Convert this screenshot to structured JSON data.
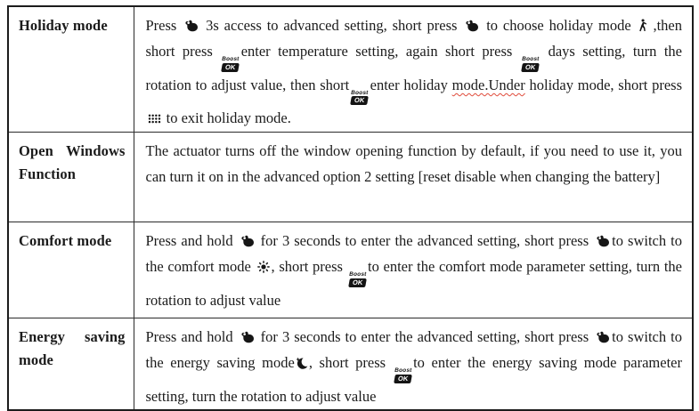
{
  "page": {
    "background_color": "#ffffff",
    "text_color": "#1b1b1b",
    "border_color": "#1c1c1c",
    "spellcheck_underline_color": "#e04a3a"
  },
  "icons": {
    "boost_ok": {
      "top_label": "Boost",
      "bottom_label": "OK"
    }
  },
  "table": {
    "rows": [
      {
        "feature": "Holiday mode",
        "description": [
          {
            "text": "Press "
          },
          {
            "icon": "press-knob-icon"
          },
          {
            "text": " 3s access to advanced setting, short press "
          },
          {
            "icon": "press-knob-icon"
          },
          {
            "text": " to choose holiday mode "
          },
          {
            "icon": "walking-person-icon"
          },
          {
            "text": " ,then short press "
          },
          {
            "icon": "boost-ok-icon"
          },
          {
            "text": "enter temperature setting, again short press "
          },
          {
            "icon": "boost-ok-icon"
          },
          {
            "text": " days setting, turn the rotation to adjust value, then short"
          },
          {
            "icon": "boost-ok-icon"
          },
          {
            "text": "enter holiday "
          },
          {
            "text": "mode.Under",
            "misspelled": true
          },
          {
            "text": " holiday mode, short press "
          },
          {
            "icon": "dot-grid-icon"
          },
          {
            "text": " to exit holiday mode."
          }
        ]
      },
      {
        "feature": "Open Windows Function",
        "description": [
          {
            "text": "The actuator turns off the window opening function by default, if you need to use it, you can turn it on in the advanced option 2 setting [reset disable when changing the battery]"
          }
        ]
      },
      {
        "feature": "Comfort mode",
        "description": [
          {
            "text": "Press and hold "
          },
          {
            "icon": "press-knob-icon"
          },
          {
            "text": " for 3 seconds to enter the advanced setting, short press "
          },
          {
            "icon": "press-knob-icon"
          },
          {
            "text": "to switch to the comfort mode "
          },
          {
            "icon": "sun-icon"
          },
          {
            "text": ", short press "
          },
          {
            "icon": "boost-ok-icon"
          },
          {
            "text": "to enter the comfort mode parameter setting, turn the rotation to adjust value"
          }
        ]
      },
      {
        "feature": "Energy saving mode",
        "description": [
          {
            "text": "Press and hold "
          },
          {
            "icon": "press-knob-icon"
          },
          {
            "text": " for 3 seconds to enter the advanced setting, short press "
          },
          {
            "icon": "press-knob-icon"
          },
          {
            "text": "to switch to the energy saving mode"
          },
          {
            "icon": "moon-star-icon"
          },
          {
            "text": ", short press "
          },
          {
            "icon": "boost-ok-icon"
          },
          {
            "text": "to enter the energy saving mode parameter setting, turn the rotation to adjust value"
          }
        ]
      }
    ]
  }
}
